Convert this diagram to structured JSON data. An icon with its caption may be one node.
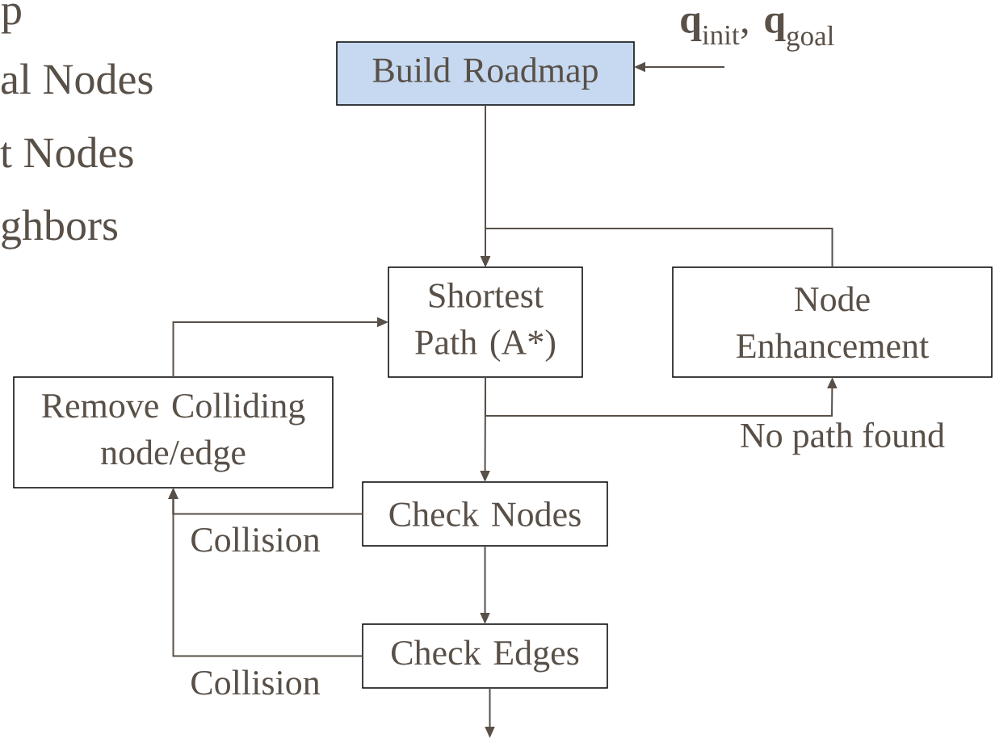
{
  "diagram": {
    "nodes": [
      {
        "text": [
          "**q**$_{init}$, **q**$_{goal}$"
        ]
      },
      {
        "text": [
          "Build Roadmap"
        ]
      },
      {
        "text": [
          "Shortest Path (A*)"
        ]
      },
      {
        "text": [
          "Node Enhancement"
        ]
      },
      {
        "text": [
          "Remove Colliding node/edge"
        ]
      },
      {
        "text": [
          "Check Nodes"
        ]
      },
      {
        "text": [
          "Check Edges"
        ]
      }
    ],
    "edges": [
      {
        "from": 0,
        "to": 1,
        "arrow": "to"
      },
      {
        "from": 1,
        "to": 2,
        "arrow": "to"
      },
      {
        "from": 3,
        "to": 2,
        "arrow": "to"
      },
      {
        "from": 2,
        "to": 3,
        "arrow": "to",
        "label": "No path found"
      },
      {
        "from": 2,
        "to": 5,
        "arrow": "to"
      },
      {
        "from": 4,
        "to": 2,
        "arrow": "to"
      },
      {
        "from": 5,
        "to": 4,
        "arrow": "to",
        "label": "Collision"
      },
      {
        "from": 6,
        "to": 4,
        "arrow": "to",
        "label": "Collision"
      },
      {
        "from": 5,
        "to": 6,
        "arrow": "to"
      },
      {
        "from": 6,
        "to": null,
        "arrow": "to"
      }
    ],
    "labels": [
      "p",
      "al Nodes",
      "t Nodes",
      "ghbors"
    ]
  }
}
